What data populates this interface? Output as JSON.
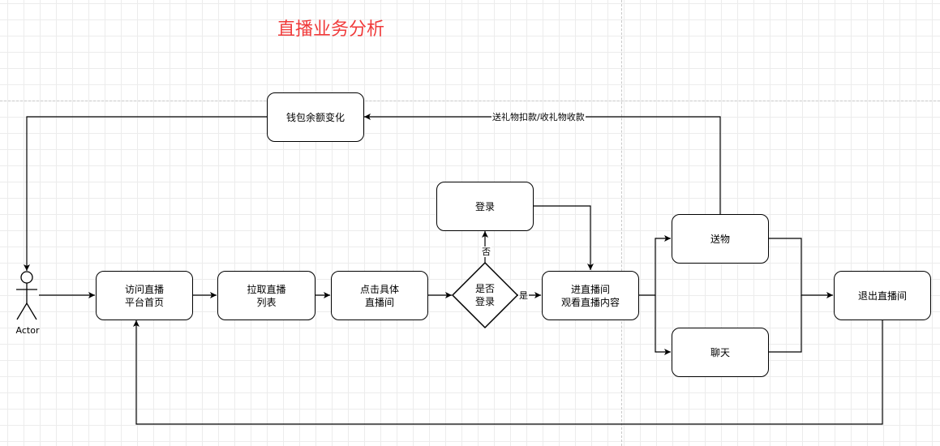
{
  "diagram": {
    "title": "直播业务分析",
    "actor": {
      "label": "Actor"
    },
    "nodes": {
      "visit_home": "访问直播\n平台首页",
      "fetch_list": "拉取直播\n列表",
      "click_room": "点击具体\n直播间",
      "is_logged_in": "是否\n登录",
      "login": "登录",
      "enter_room": "进直播间\n观看直播内容",
      "send_gift": "送物",
      "chat": "聊天",
      "exit_room": "退出直播间",
      "wallet_change": "钱包余额变化"
    },
    "edge_labels": {
      "yes": "是",
      "no": "否",
      "gift_payment": "送礼物扣款/收礼物收款"
    },
    "colors": {
      "title": "#f03a3a",
      "stroke": "#000000",
      "grid": "#ececec",
      "guide": "#c8c8c8"
    }
  }
}
